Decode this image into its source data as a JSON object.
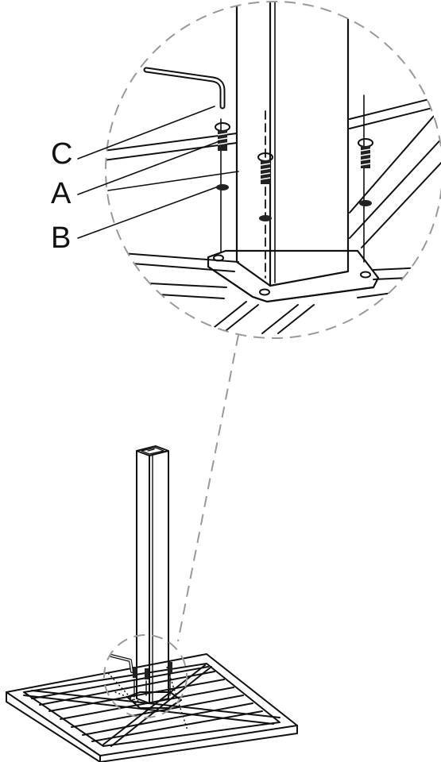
{
  "callouts": {
    "c": {
      "text": "C"
    },
    "a": {
      "text": "A"
    },
    "b": {
      "text": "B"
    }
  },
  "colors": {
    "ink": "#111111",
    "dash": "#999999",
    "shade": "#222222"
  }
}
